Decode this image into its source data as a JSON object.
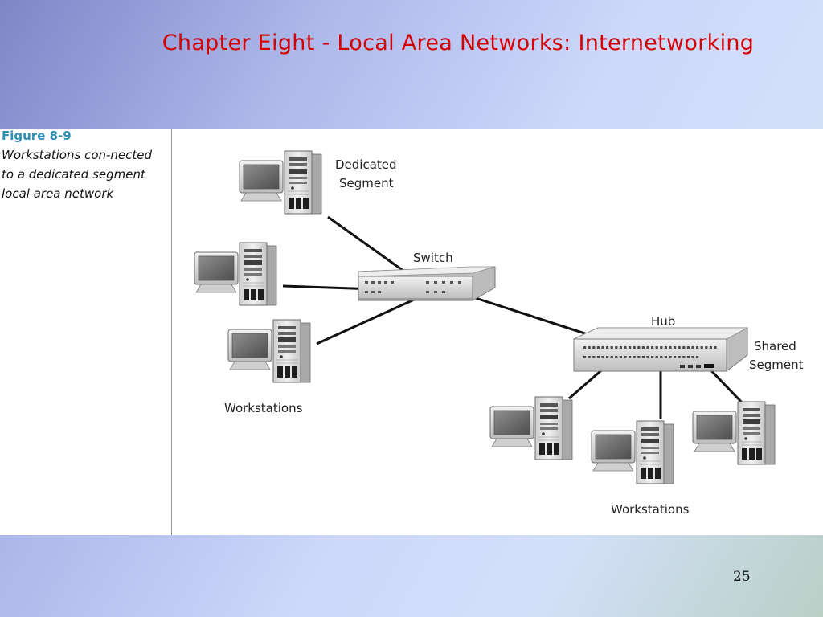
{
  "slide": {
    "title": "Chapter Eight - Local Area Networks: Internetworking",
    "page_number": "25"
  },
  "figure": {
    "number": "Figure 8-9",
    "caption": "Workstations con-nected to a dedicated segment local area network"
  },
  "diagram": {
    "labels": {
      "dedicated_segment_line1": "Dedicated",
      "dedicated_segment_line2": "Segment",
      "switch": "Switch",
      "hub": "Hub",
      "shared_segment_line1": "Shared",
      "shared_segment_line2": "Segment",
      "workstations_left": "Workstations",
      "workstations_right": "Workstations"
    },
    "colors": {
      "title": "#d40000",
      "figure_number": "#2f8fb3",
      "cable": "#111111",
      "device_body": "#e6e6e6"
    }
  }
}
